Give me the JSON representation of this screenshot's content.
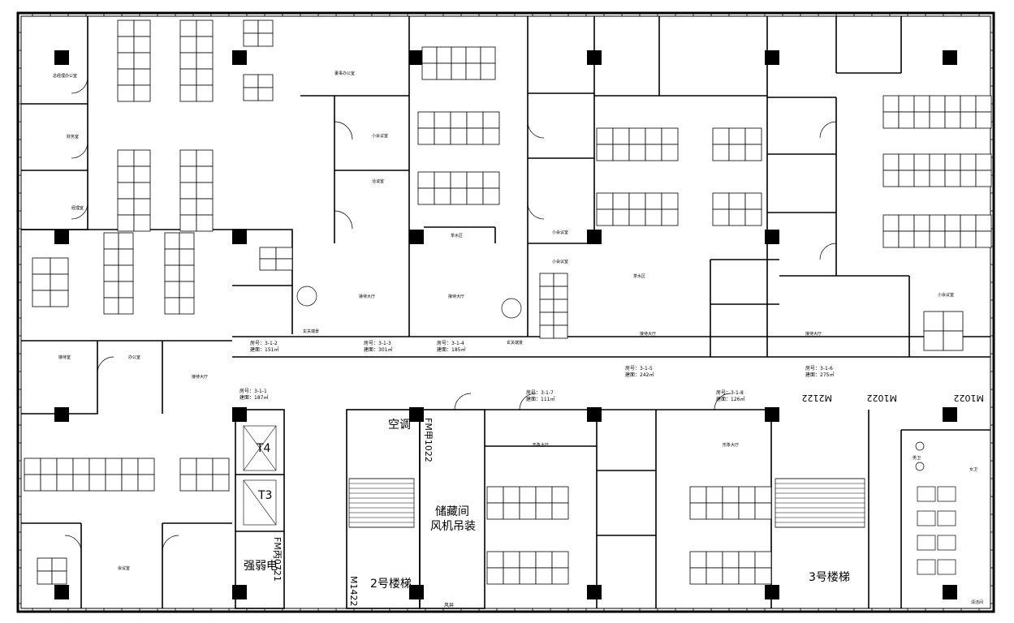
{
  "rooms": {
    "r312": {
      "no": "房号：3-1-2",
      "area": "建面：151㎡"
    },
    "r313": {
      "no": "房号：3-1-3",
      "area": "建面：301㎡"
    },
    "r314": {
      "no": "房号：3-1-4",
      "area": "建面：185㎡"
    },
    "r315": {
      "no": "房号：3-1-5",
      "area": "建面：242㎡"
    },
    "r316": {
      "no": "房号：3-1-6",
      "area": "建面：275㎡"
    },
    "r311": {
      "no": "房号：3-1-1",
      "area": "建面：187㎡"
    },
    "r317": {
      "no": "房号：3-1-7",
      "area": "建面：111㎡"
    },
    "r318": {
      "no": "房号：3-1-8",
      "area": "建面：126㎡"
    }
  },
  "labels": {
    "storage": "储藏间",
    "fan": "风机吊装",
    "ac": "空调",
    "elec": "强弱电",
    "stair2": "2号楼梯",
    "stair3": "3号楼梯",
    "t3": "T3",
    "t4": "T4",
    "fm1022": "FM甲1022",
    "fm0721": "FM丙0721",
    "m1422": "M1422",
    "m2122": "M2122",
    "m1022a": "M1022",
    "m1022b": "M1022",
    "fengjing": "风井",
    "lobby": "接待大厅",
    "lobby2": "接待大厅",
    "lobby3": "接待大厅",
    "lobby4": "接待大厅",
    "lobby5": "接待大厅",
    "xingxiang": "形象大厅",
    "xingxiang2": "形象大厅",
    "xuanguan": "玄关端景",
    "xuanguan2": "玄关端景",
    "meeting": "小会议室",
    "meeting2": "小会议室",
    "meeting3": "小会议室",
    "meeting4": "小会议室",
    "manager": "经理室",
    "finance": "财务室",
    "office": "办公室",
    "reception": "接待室",
    "chashui": "茶水区",
    "chashui2": "茶水区",
    "huiyi": "会议室",
    "male": "男卫",
    "female": "女卫",
    "clean": "清洁间",
    "zongjingli": "总经理办公室",
    "dongshi": "董事办公室",
    "duqu": "洽谈室"
  }
}
